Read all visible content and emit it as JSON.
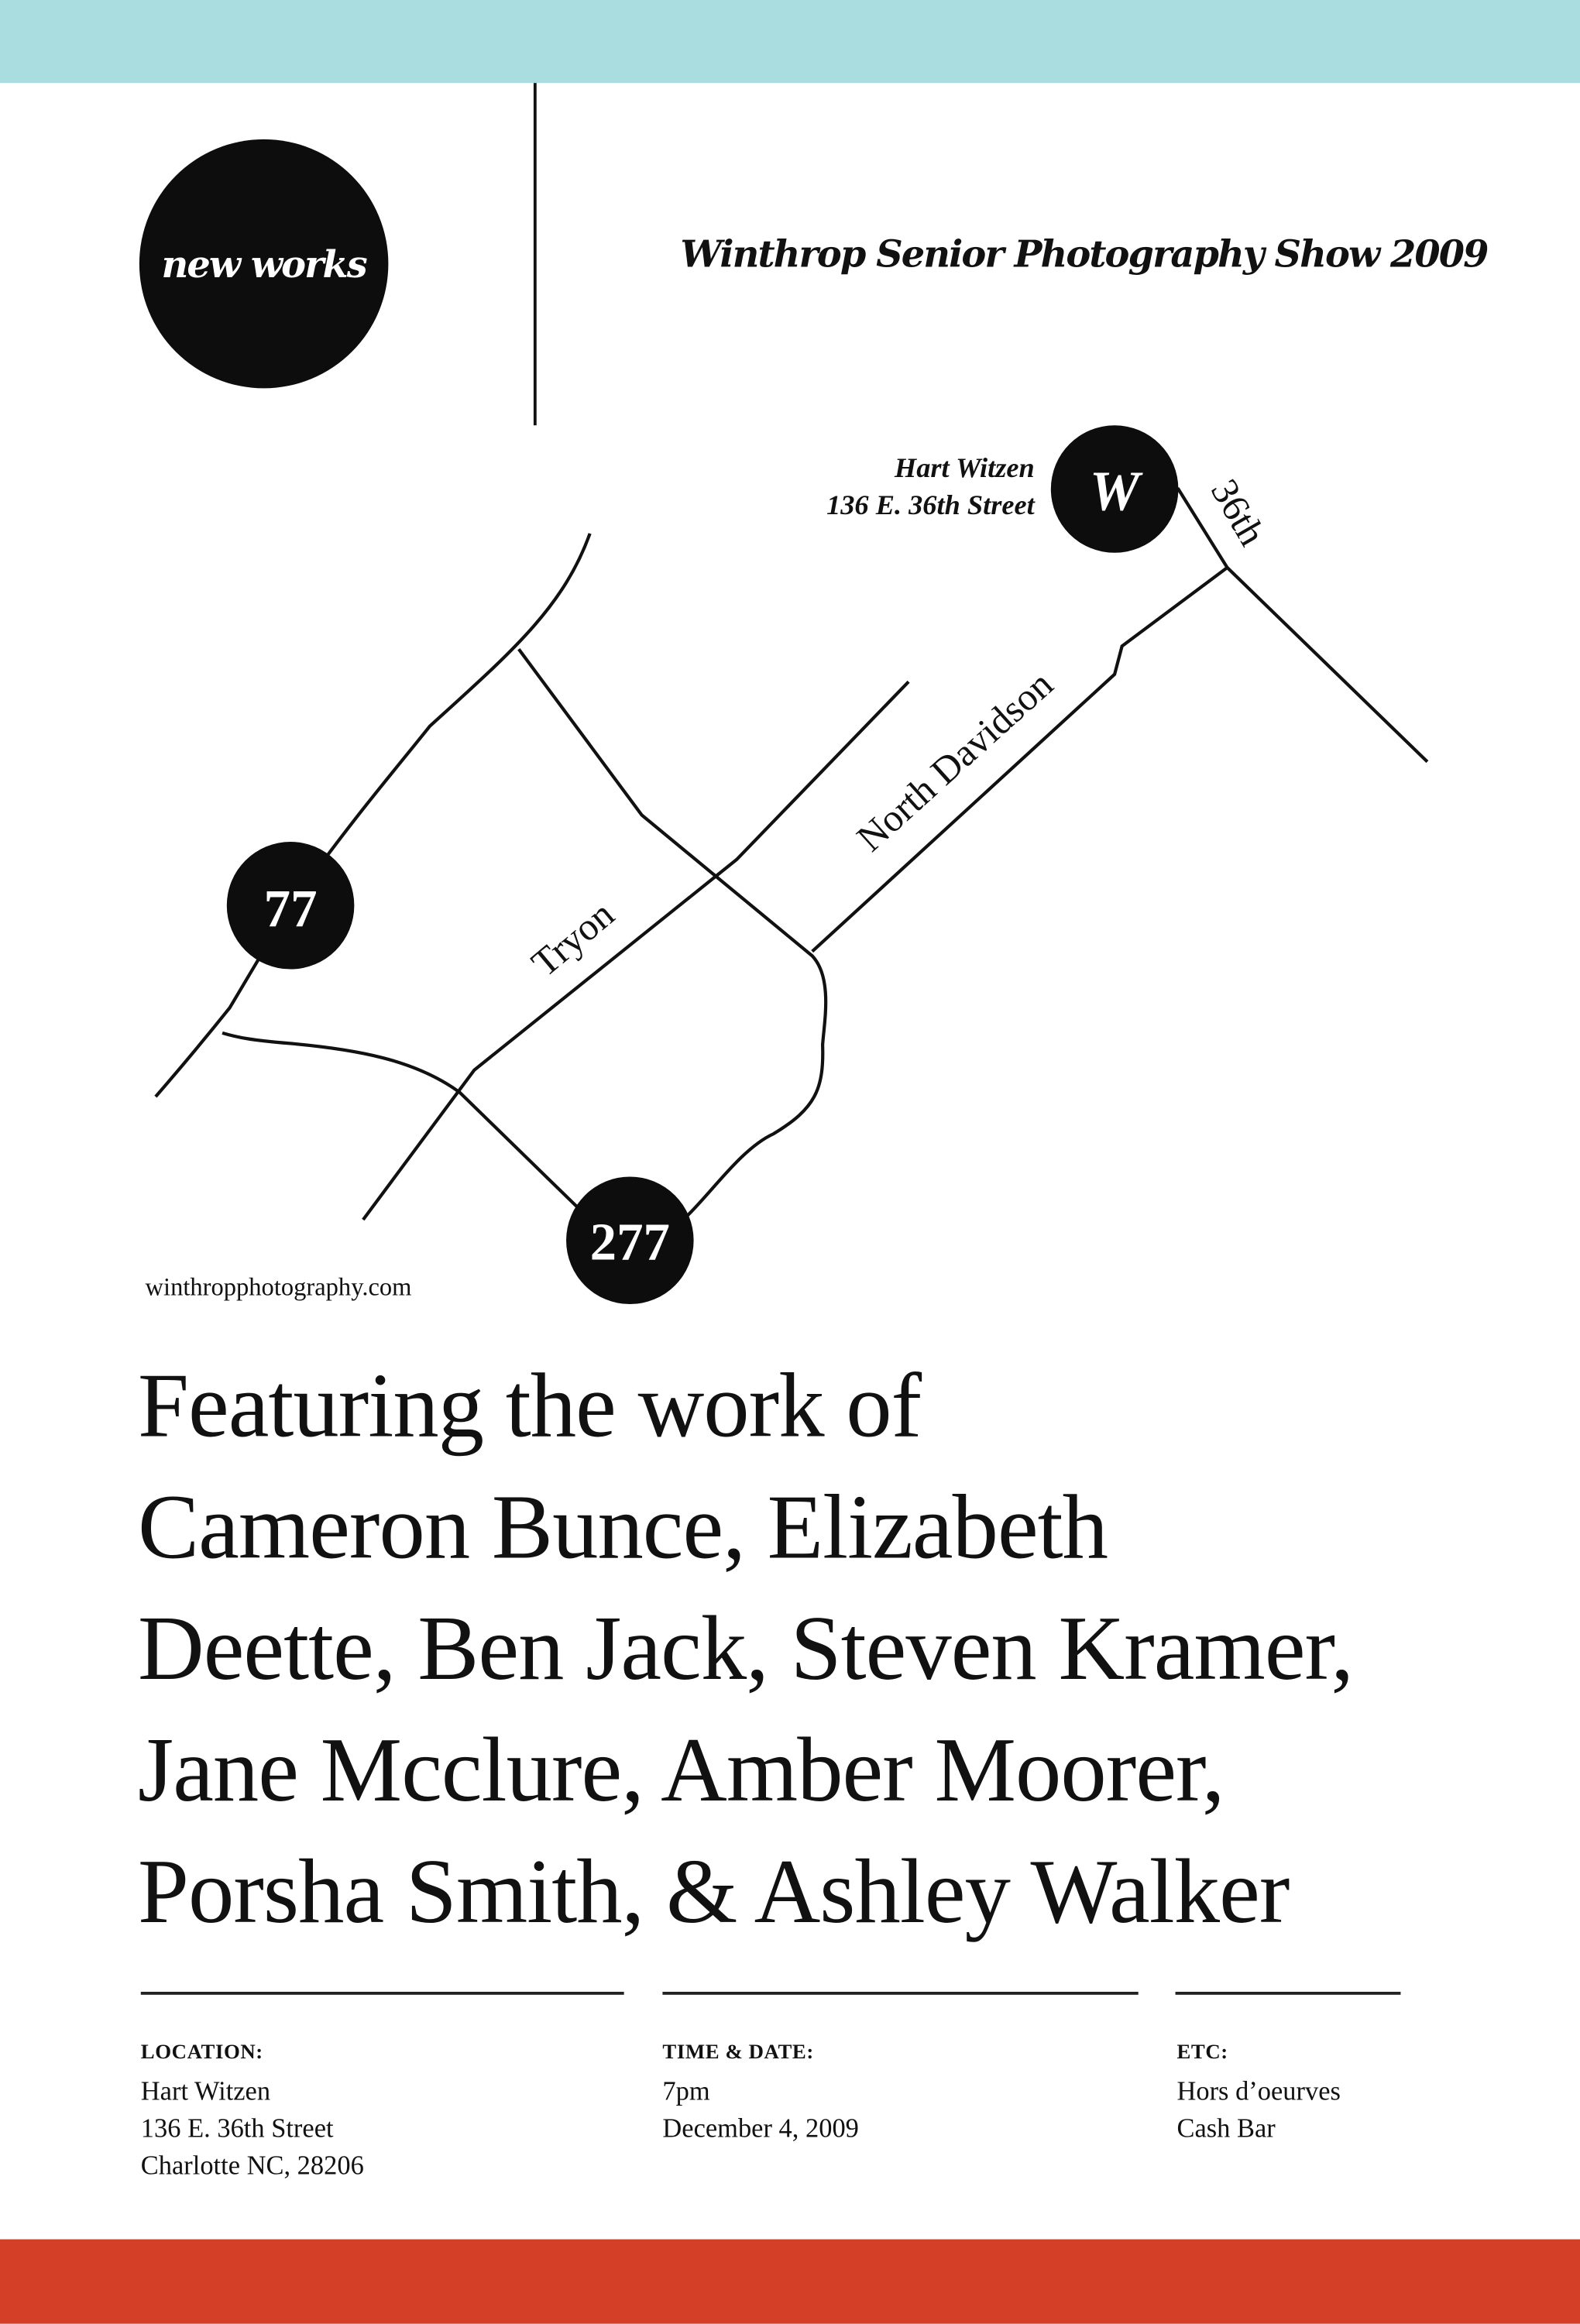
{
  "header": {
    "logo_text": "new works",
    "title": "Winthrop Senior Photography Show 2009"
  },
  "map": {
    "markers": [
      {
        "label": "77",
        "icon": "highway-77-marker"
      },
      {
        "label": "277",
        "icon": "highway-277-marker"
      },
      {
        "label": "W",
        "icon": "venue-marker"
      }
    ],
    "streets": [
      "Tryon",
      "North Davidson",
      "36th"
    ],
    "venue_name": "Hart Witzen",
    "venue_address": "136 E. 36th Street"
  },
  "website": "winthropphotography.com",
  "featuring": {
    "lines": [
      "Featuring the work of",
      "Cameron Bunce, Elizabeth",
      "Deette, Ben Jack, Steven Kramer,",
      "Jane Mcclure, Amber Moorer,",
      "Porsha Smith, & Ashley Walker"
    ]
  },
  "details": [
    {
      "label": "LOCATION:",
      "lines": [
        "Hart Witzen",
        "136 E. 36th Street",
        "Charlotte NC, 28206"
      ]
    },
    {
      "label": "TIME & DATE:",
      "lines": [
        "7pm",
        "December 4, 2009"
      ]
    },
    {
      "label": "ETC:",
      "lines": [
        "Hors d’oeurves",
        "Cash Bar"
      ]
    }
  ],
  "colors": {
    "top_band": "#a9dde0",
    "bottom_band": "#d43f28"
  }
}
